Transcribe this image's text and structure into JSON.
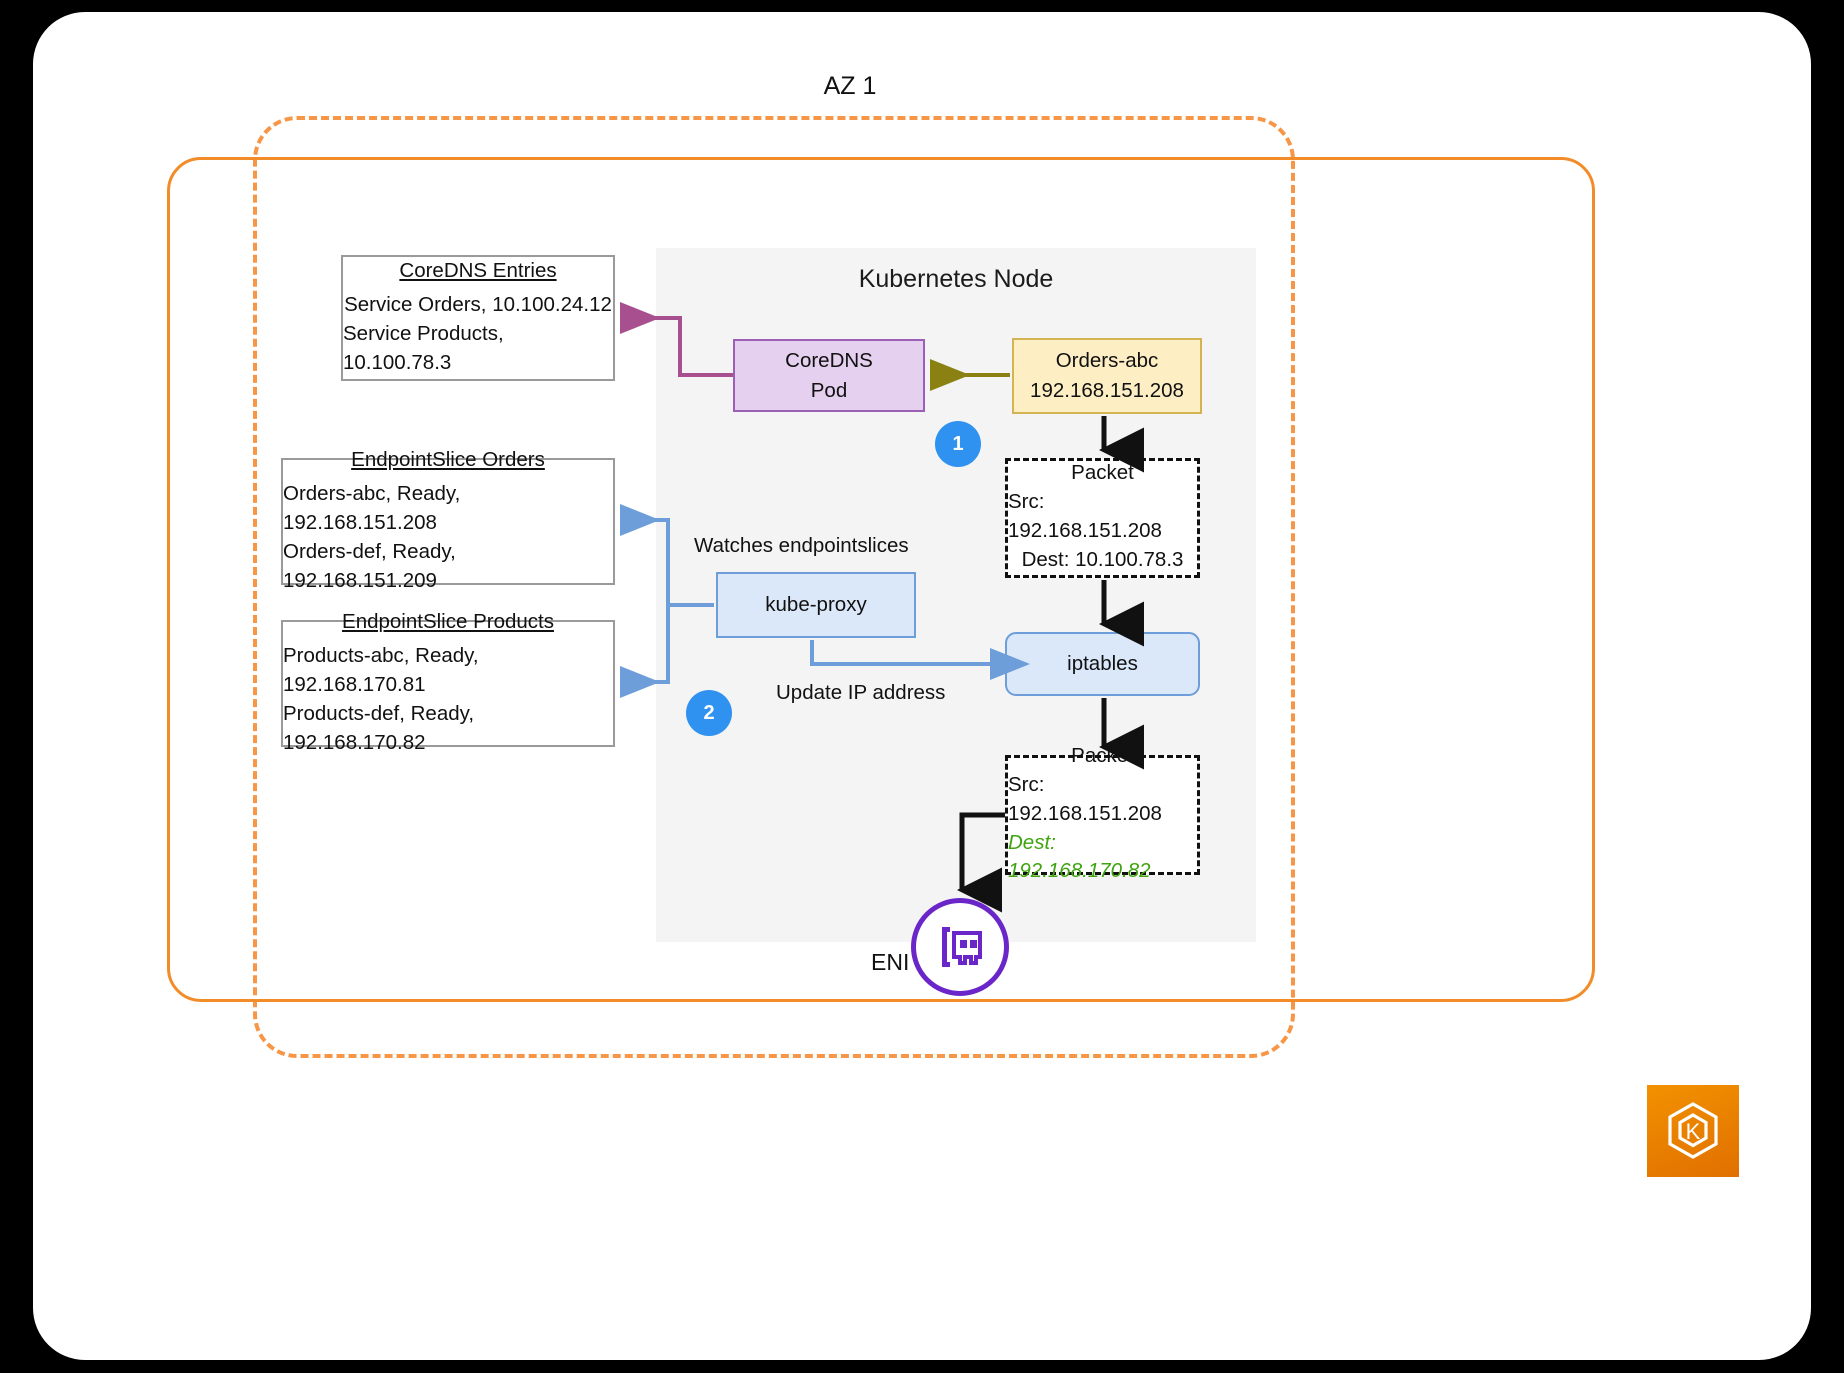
{
  "diagram": {
    "az_title": "AZ 1",
    "node_title": "Kubernetes Node",
    "eni_label": "ENI",
    "logo_letter": "K"
  },
  "coredns_entries": {
    "title": "CoreDNS Entries",
    "line1": "Service Orders, 10.100.24.12",
    "line2": "Service Products, 10.100.78.3"
  },
  "endpointslice_orders": {
    "title": "EndpointSlice Orders",
    "line1": "Orders-abc, Ready, 192.168.151.208",
    "line2": "Orders-def, Ready, 192.168.151.209"
  },
  "endpointslice_products": {
    "title": "EndpointSlice Products",
    "line1": "Products-abc, Ready, 192.168.170.81",
    "line2": "Products-def, Ready, 192.168.170.82"
  },
  "coredns_pod": {
    "line1": "CoreDNS",
    "line2": "Pod"
  },
  "orders_pod": {
    "line1": "Orders-abc",
    "line2": "192.168.151.208"
  },
  "packet_before": {
    "title": "Packet",
    "src": "Src: 192.168.151.208",
    "dest": "Dest: 10.100.78.3"
  },
  "packet_after": {
    "title": "Packet",
    "src": "Src: 192.168.151.208",
    "dest": "Dest: 192.168.170.82"
  },
  "kube_proxy": {
    "label": "kube-proxy"
  },
  "iptables": {
    "label": "iptables"
  },
  "labels": {
    "watches": "Watches endpointslices",
    "update_ip": "Update IP address",
    "step1": "1",
    "step2": "2"
  },
  "colors": {
    "vpc_orange": "#f28c28",
    "az_orange": "#f79646",
    "node_bg": "#f4f4f4",
    "pod_yellow": "#fdeec4",
    "pod_yellow_border": "#d4b451",
    "coredns_purple": "#e6d0ef",
    "coredns_purple_border": "#9b5fb5",
    "blue_fill": "#dbe8fa",
    "blue_border": "#6d9eda",
    "badge_blue": "#2f91f0",
    "highlight_green": "#3fa40f",
    "eni_purple": "#6a26c9",
    "dns_arrow": "#a8508f",
    "olive_arrow": "#8a8112"
  }
}
